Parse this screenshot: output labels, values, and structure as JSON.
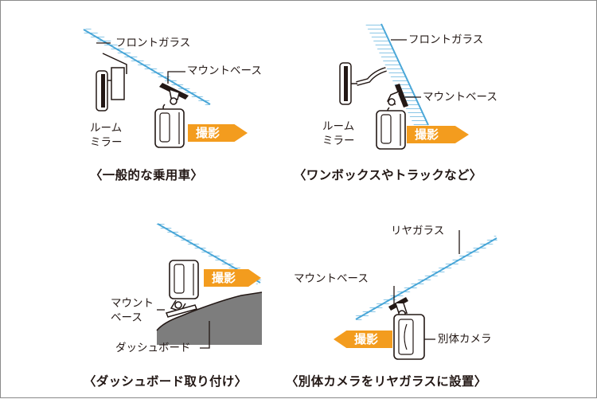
{
  "colors": {
    "glass": "#4aa7d8",
    "arrow": "#f39c1e",
    "line": "#231815",
    "dashboard": "#7d7d7d",
    "camera": "#ffffff"
  },
  "panels": [
    {
      "caption": "〈一般的な乗用車〉",
      "labels": {
        "glass": "フロントガラス",
        "mount": "マウントベース",
        "mirror_line1": "ルーム",
        "mirror_line2": "ミラー"
      },
      "shoot": "撮影"
    },
    {
      "caption": "〈ワンボックスやトラックなど〉",
      "labels": {
        "glass": "フロントガラス",
        "mount": "マウントベース",
        "mirror_line1": "ルーム",
        "mirror_line2": "ミラー"
      },
      "shoot": "撮影"
    },
    {
      "caption": "〈ダッシュボード取り付け〉",
      "labels": {
        "mount_line1": "マウント",
        "mount_line2": "ベース",
        "dashboard": "ダッシュボード"
      },
      "shoot": "撮影"
    },
    {
      "caption": "〈別体カメラをリヤガラスに設置〉",
      "labels": {
        "glass": "リヤガラス",
        "mount": "マウントベース",
        "camera": "別体カメラ"
      },
      "shoot": "撮影"
    }
  ]
}
